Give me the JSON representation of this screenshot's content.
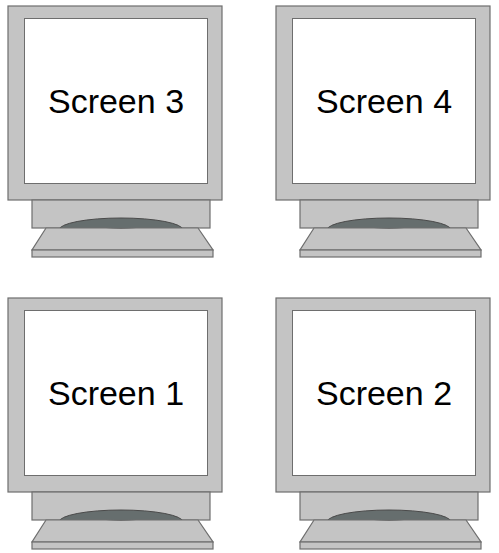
{
  "diagram": {
    "nodes": [
      {
        "text": [
          "Screen 3"
        ]
      },
      {
        "text": [
          "Screen 4"
        ]
      },
      {
        "text": [
          "Screen 1"
        ]
      },
      {
        "text": [
          "Screen 2"
        ]
      }
    ]
  }
}
